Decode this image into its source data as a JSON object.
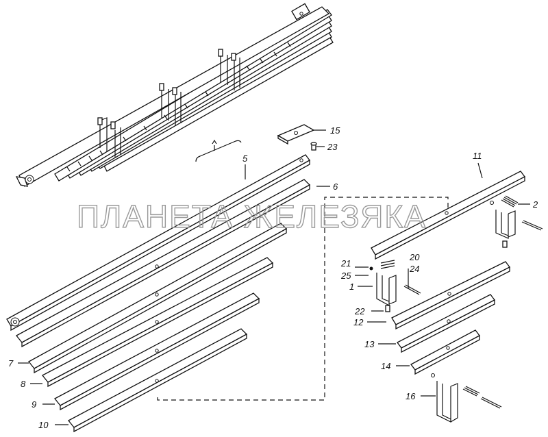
{
  "watermark": "ПЛАНЕТА ЖЕЛЕЗЯКА",
  "callouts": {
    "c1": "1",
    "c2": "2",
    "c5": "5",
    "c6": "6",
    "c7": "7",
    "c8": "8",
    "c9": "9",
    "c10": "10",
    "c11": "11",
    "c12": "12",
    "c13": "13",
    "c14": "14",
    "c15": "15",
    "c16": "16",
    "c20": "20",
    "c21": "21",
    "c22": "22",
    "c23": "23",
    "c24": "24",
    "c25": "25"
  }
}
